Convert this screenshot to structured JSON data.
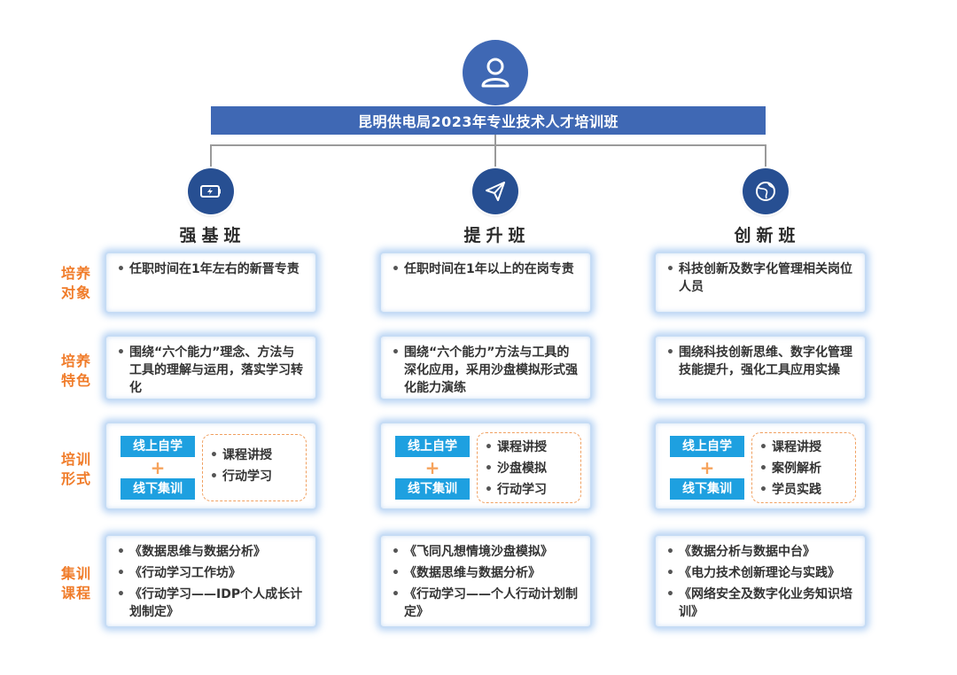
{
  "title": "昆明供电局2023年专业技术人才培训班",
  "colors": {
    "primary": "#3f68b4",
    "icon_dark": "#274f92",
    "label": "#f07c2a",
    "chip": "#1ea0e0"
  },
  "icons": {
    "top": "user-icon",
    "columns": [
      "battery-icon",
      "paper-plane-icon",
      "globe-icon"
    ]
  },
  "row_labels": [
    {
      "l1": "培养",
      "l2": "对象"
    },
    {
      "l1": "培养",
      "l2": "特色"
    },
    {
      "l1": "培训",
      "l2": "形式"
    },
    {
      "l1": "集训",
      "l2": "课程"
    }
  ],
  "columns": [
    {
      "title": "强基班",
      "target": [
        "任职时间在1年左右的新晋专责"
      ],
      "feature": [
        "围绕“六个能力”理念、方法与工具的理解与运用，落实学习转化"
      ],
      "form": {
        "online": "线上自学",
        "plus": "+",
        "offline": "线下集训",
        "methods": [
          "课程讲授",
          "行动学习"
        ]
      },
      "courses": [
        "《数据思维与数据分析》",
        "《行动学习工作坊》",
        "《行动学习——IDP个人成长计划制定》"
      ]
    },
    {
      "title": "提升班",
      "target": [
        "任职时间在1年以上的在岗专责"
      ],
      "feature": [
        "围绕“六个能力”方法与工具的深化应用，采用沙盘模拟形式强化能力演练"
      ],
      "form": {
        "online": "线上自学",
        "plus": "+",
        "offline": "线下集训",
        "methods": [
          "课程讲授",
          "沙盘模拟",
          "行动学习"
        ]
      },
      "courses": [
        "《飞同凡想情境沙盘模拟》",
        "《数据思维与数据分析》",
        "《行动学习——个人行动计划制定》"
      ]
    },
    {
      "title": "创新班",
      "target": [
        "科技创新及数字化管理相关岗位人员"
      ],
      "feature": [
        "围绕科技创新思维、数字化管理技能提升，强化工具应用实操"
      ],
      "form": {
        "online": "线上自学",
        "plus": "+",
        "offline": "线下集训",
        "methods": [
          "课程讲授",
          "案例解析",
          "学员实践"
        ]
      },
      "courses": [
        "《数据分析与数据中台》",
        "《电力技术创新理论与实践》",
        "《网络安全及数字化业务知识培训》"
      ]
    }
  ]
}
